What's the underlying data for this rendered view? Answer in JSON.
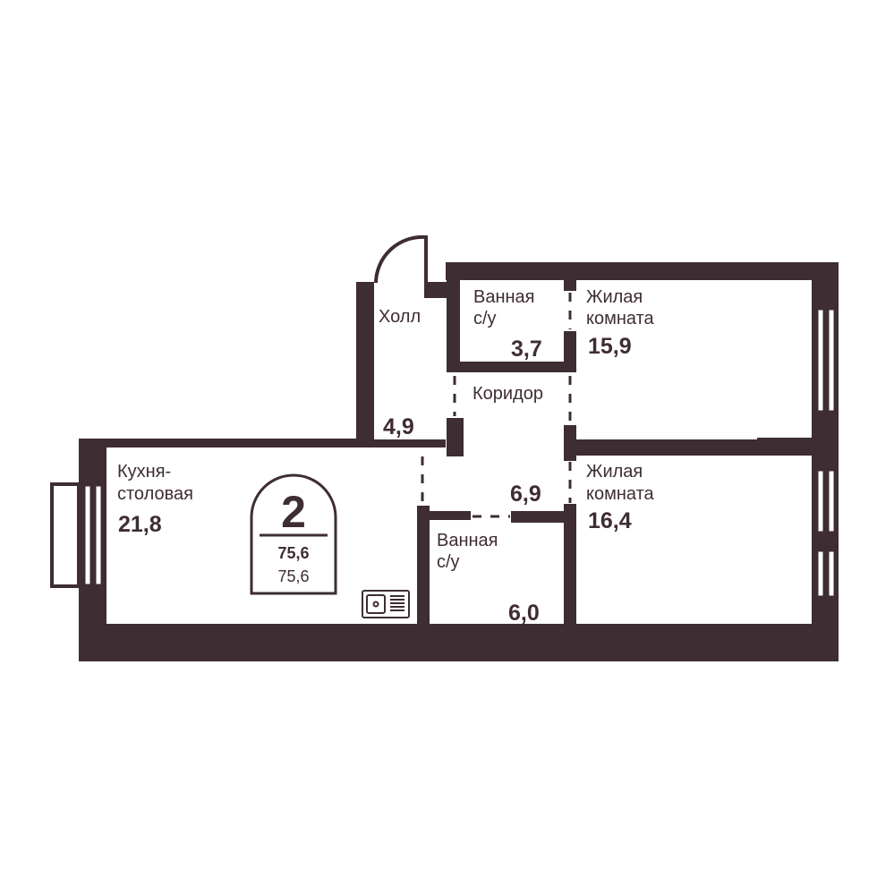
{
  "colors": {
    "wall": "#3e2d33",
    "background": "#ffffff"
  },
  "rooms": [
    {
      "id": "hall",
      "name_lines": [
        "Холл"
      ],
      "area": "4,9"
    },
    {
      "id": "bath-top",
      "name_lines": [
        "Ванная",
        "с/у"
      ],
      "area": "3,7"
    },
    {
      "id": "bedroom-top",
      "name_lines": [
        "Жилая",
        "комната"
      ],
      "area": "15,9"
    },
    {
      "id": "corridor",
      "name_lines": [
        "Коридор"
      ],
      "area": "6,9"
    },
    {
      "id": "bedroom-bottom",
      "name_lines": [
        "Жилая",
        "комната"
      ],
      "area": "16,4"
    },
    {
      "id": "kitchen",
      "name_lines": [
        "Кухня-",
        "столовая"
      ],
      "area": "21,8"
    },
    {
      "id": "bath-bottom",
      "name_lines": [
        "Ванная",
        "с/у"
      ],
      "area": "6,0"
    }
  ],
  "badge": {
    "rooms": "2",
    "total_area": "75,6",
    "living_area": "75,6"
  },
  "icons": [
    "door-swing-icon",
    "sink-icon",
    "window-icon",
    "balcony-icon"
  ]
}
